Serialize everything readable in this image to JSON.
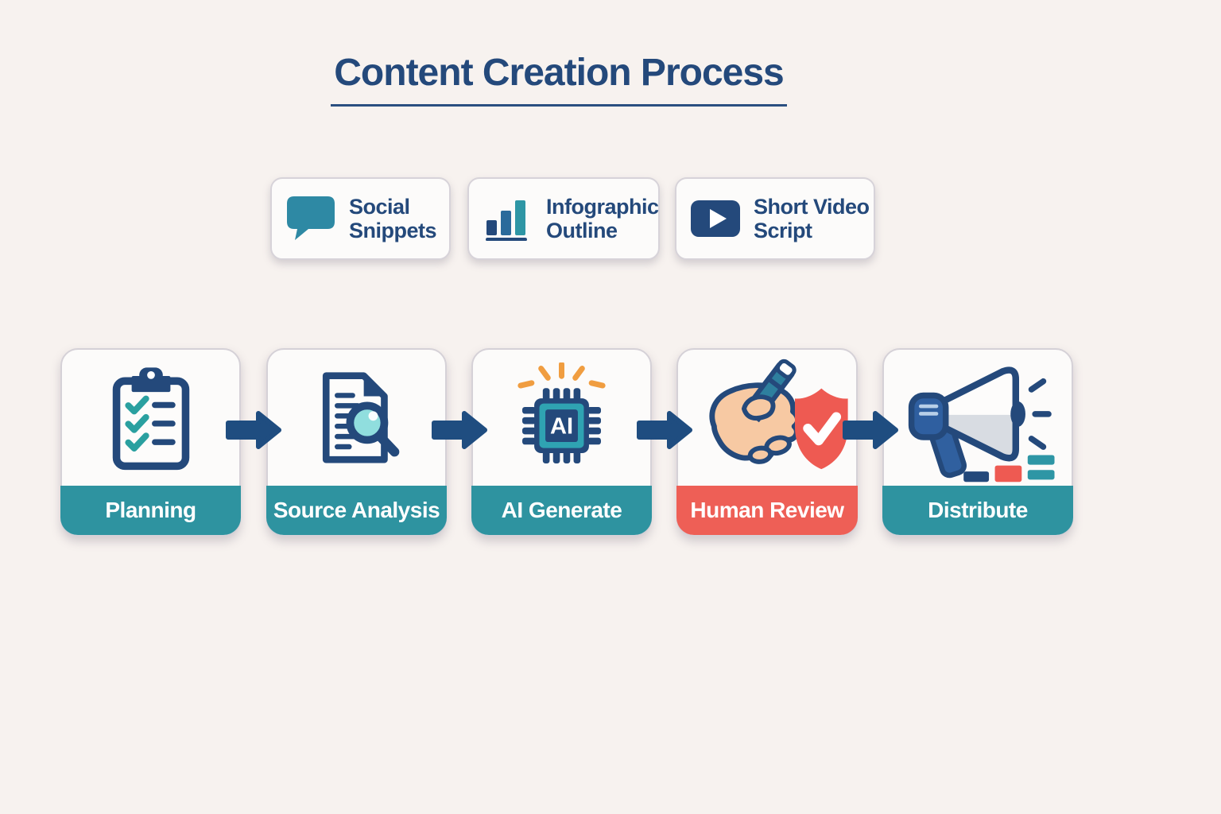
{
  "title": "Content Creation Process",
  "colors": {
    "background": "#f7f2ef",
    "navy_text": "#24497b",
    "arrow_navy": "#1f4d80",
    "teal_label": "#2e93a0",
    "coral_label": "#ee5f56",
    "icon_teal": "#2e89a4",
    "icon_cyan": "#2fa3b2",
    "spark_orange": "#f09d40",
    "skin": "#f7c9a3",
    "shield_coral": "#ee5a52",
    "card_bg": "#fcfbfa",
    "card_border": "#d7d3d9"
  },
  "outputs": [
    {
      "label": "Social Snippets",
      "icon": "speech-bubble-icon"
    },
    {
      "label": "Infographic Outline",
      "icon": "bar-chart-icon"
    },
    {
      "label": "Short Video Script",
      "icon": "video-play-icon"
    }
  ],
  "steps": [
    {
      "label": "Planning",
      "icon": "clipboard-checklist-icon",
      "label_color": "#2e93a0"
    },
    {
      "label": "Source Analysis",
      "icon": "document-magnifier-icon",
      "label_color": "#2e93a0"
    },
    {
      "label": "AI Generate",
      "icon": "ai-chip-icon",
      "label_color": "#2e93a0"
    },
    {
      "label": "Human Review",
      "icon": "hand-pen-shield-icon",
      "label_color": "#ee5f56"
    },
    {
      "label": "Distribute",
      "icon": "megaphone-icon",
      "label_color": "#2e93a0"
    }
  ],
  "ai_chip_text": "AI"
}
